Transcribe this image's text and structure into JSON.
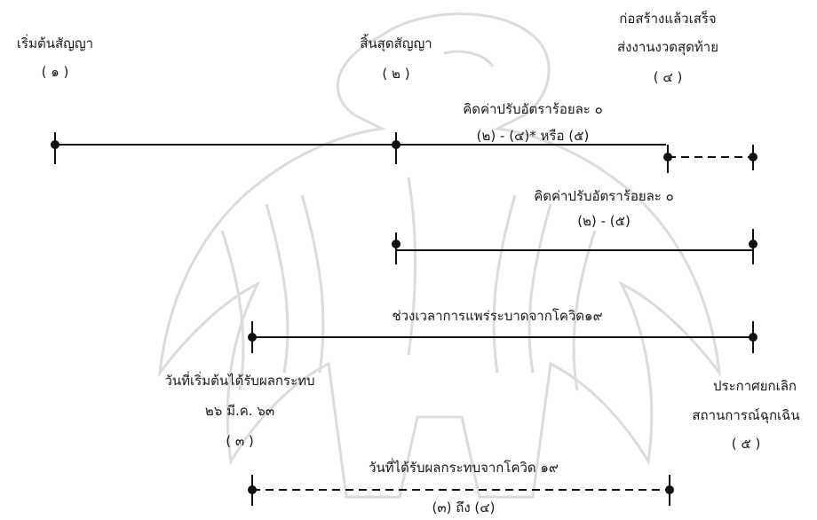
{
  "labels": {
    "start_contract": "เริ่มต้นสัญญา",
    "start_contract_num": "( ๑ )",
    "end_contract": "สิ้นสุดสัญญา",
    "end_contract_num": "( ๒ )",
    "build_done_line1": "ก่อสร้างแล้วเสร็จ",
    "build_done_line2": "ส่งงานงวดสุดท้าย",
    "build_done_num": "( ๔ )",
    "fine_a_title": "คิดค่าปรับอัตราร้อยละ ๐",
    "fine_a_formula": "(๒) - (๔)* หรือ (๕)",
    "fine_b_title": "คิดค่าปรับอัตราร้อยละ ๐",
    "fine_b_formula": "(๒) - (๕)",
    "covid_period": "ช่วงเวลาการแพร่ระบาดจากโควิด๑๙",
    "impact_start_line1": "วันที่เริ่มต้นได้รับผลกระทบ",
    "impact_start_date": "๒๖ มี.ค. ๖๓",
    "impact_start_num": "( ๓ )",
    "emergency_end_line1": "ประกาศยกเลิก",
    "emergency_end_line2": "สถานการณ์ฉุกเฉิน",
    "emergency_end_num": "( ๕ )",
    "impact_range_title": "วันที่ได้รับผลกระทบจากโควิด ๑๙",
    "impact_range_formula": "(๓) ถึง  (๔)"
  },
  "colors": {
    "line": "#111111",
    "watermark": "#d9d9d9"
  }
}
